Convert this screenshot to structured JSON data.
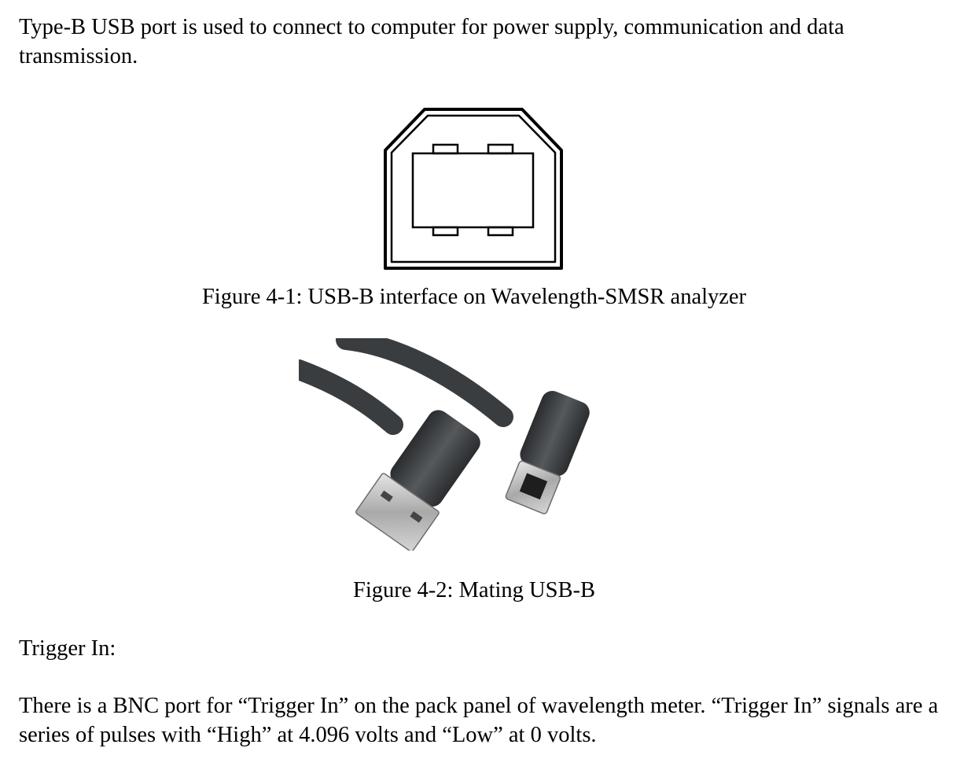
{
  "document": {
    "paragraph_usb": "Type-B USB port is used to connect to computer for power supply, communication and data transmission.",
    "figure1_caption": "Figure 4-1: USB-B interface on Wavelength-SMSR analyzer",
    "figure2_caption": "Figure 4-2: Mating USB-B",
    "trigger_heading": "Trigger In:",
    "paragraph_trigger": "There is a BNC port for “Trigger In” on the pack panel of wavelength meter. “Trigger In” signals are a series of pulses with “High” at 4.096 volts and “Low” at 0 volts."
  },
  "colors": {
    "text": "#000000",
    "background": "#ffffff",
    "cable": "#3a3d3f",
    "metal": "#c8c8c8"
  }
}
